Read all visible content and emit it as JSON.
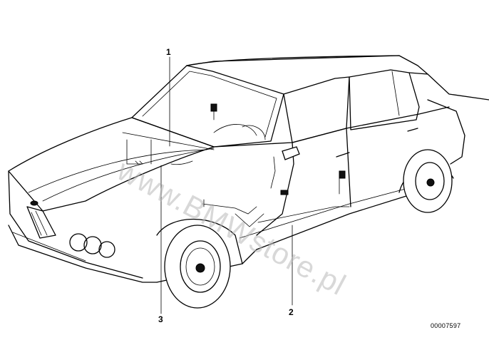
{
  "callouts": {
    "one": "1",
    "two": "2",
    "three": "3"
  },
  "reference_code": "00007597",
  "watermark": "www.BMWstore.pl"
}
